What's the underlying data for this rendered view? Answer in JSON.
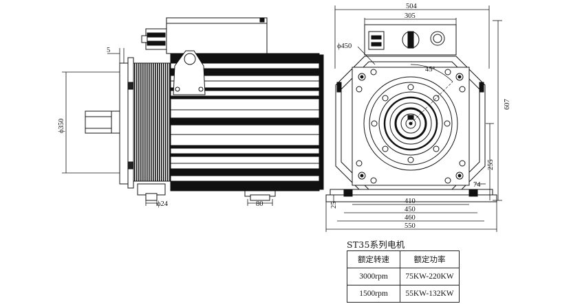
{
  "dimensions": {
    "d504": "504",
    "d305": "305",
    "d450_dia": "ϕ450",
    "d45deg": "45°",
    "d607": "607",
    "d255": "255",
    "d74": "74",
    "d25": "25",
    "d410": "410",
    "d450": "450",
    "d460": "460",
    "d550": "550",
    "d5": "5",
    "d350_dia": "ϕ350",
    "d24_dia": "ϕ24",
    "d80": "80"
  },
  "spec_table": {
    "title": "ST35系列电机",
    "headers": [
      "额定转速",
      "额定功率"
    ],
    "rows": [
      [
        "3000rpm",
        "75KW-220KW"
      ],
      [
        "1500rpm",
        "55KW-132KW"
      ]
    ]
  }
}
